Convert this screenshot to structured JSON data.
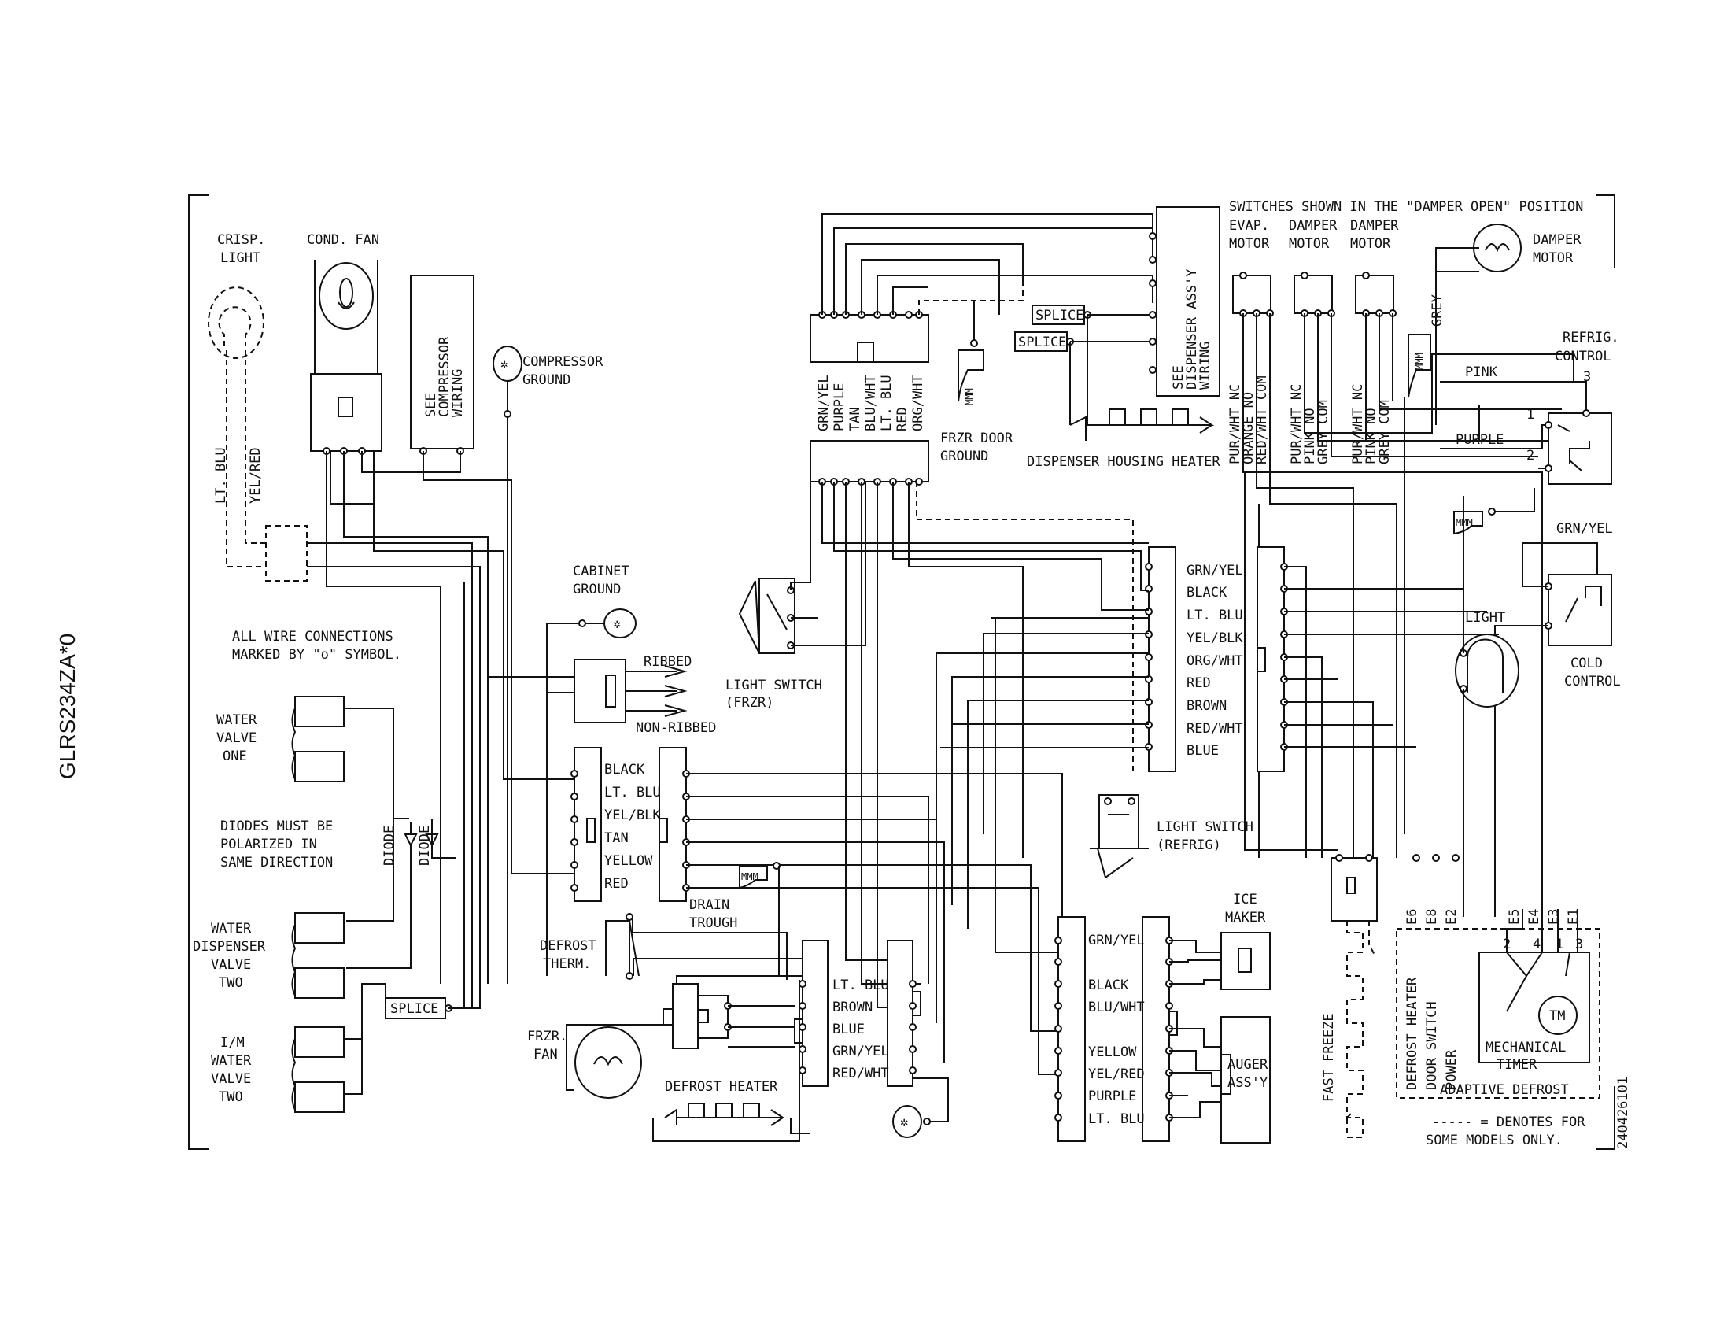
{
  "model_number": "GLRS234ZA*0",
  "drawing_number": "240426101",
  "notes": {
    "switches": "SWITCHES SHOWN IN THE \"DAMPER OPEN\" POSITION",
    "connections": [
      "ALL WIRE CONNECTIONS",
      "MARKED BY \"o\" SYMBOL."
    ],
    "diodes": [
      "DIODES MUST BE",
      "POLARIZED IN",
      "SAME DIRECTION"
    ],
    "legend": [
      "----- = DENOTES FOR",
      "SOME MODELS ONLY."
    ]
  },
  "components": {
    "crisp_light": [
      "CRISP.",
      "LIGHT"
    ],
    "cond_fan": "COND. FAN",
    "see_compressor": [
      "SEE",
      "COMPRESSOR",
      "WIRING"
    ],
    "compressor_ground": [
      "COMPRESSOR",
      "GROUND"
    ],
    "cabinet_ground": [
      "CABINET",
      "GROUND"
    ],
    "ribbed": "RIBBED",
    "non_ribbed": "NON-RIBBED",
    "water_valve_one": [
      "WATER",
      "VALVE",
      "ONE"
    ],
    "water_dispenser_valve_two": [
      "WATER",
      "DISPENSER",
      "VALVE",
      "TWO"
    ],
    "im_water_valve_two": [
      "I/M",
      "WATER",
      "VALVE",
      "TWO"
    ],
    "diode": "DIODE",
    "splice": "SPLICE",
    "light_switch_frzr": [
      "LIGHT SWITCH",
      "(FRZR)"
    ],
    "frzr_door_ground": [
      "FRZR DOOR",
      "GROUND"
    ],
    "dispenser_housing_heater": "DISPENSER HOUSING HEATER",
    "see_dispenser": [
      "SEE",
      "DISPENSER ASS'Y",
      "WIRING"
    ],
    "evap_motor": [
      "EVAP.",
      "MOTOR"
    ],
    "damper_motor": [
      "DAMPER",
      "MOTOR"
    ],
    "refrig_control": [
      "REFRIG.",
      "CONTROL"
    ],
    "cold_control": [
      "COLD",
      "CONTROL"
    ],
    "light": "LIGHT",
    "light_switch_refrig": [
      "LIGHT SWITCH",
      "(REFRIG)"
    ],
    "drain_trough": [
      "DRAIN",
      "TROUGH"
    ],
    "defrost_therm": [
      "DEFROST",
      "THERM."
    ],
    "frzr_fan": [
      "FRZR.",
      "FAN"
    ],
    "defrost_heater": "DEFROST HEATER",
    "ice_maker": [
      "ICE",
      "MAKER"
    ],
    "auger": [
      "AUGER",
      "ASS'Y"
    ],
    "fast_freeze": "FAST FREEZE",
    "adaptive_defrost": "ADAPTIVE DEFROST",
    "mechanical_timer": [
      "MECHANICAL",
      "TIMER"
    ],
    "tm": "TM",
    "timer_functions": [
      "DEFROST HEATER",
      "DOOR SWITCH",
      "POWER"
    ],
    "mmm": "MMM"
  },
  "wire_labels": {
    "lt_blu": "LT. BLU",
    "yel_red": "YEL/RED",
    "grey": "GREY",
    "pink": "PINK",
    "purple": "PURPLE",
    "grn_yel": "GRN/YEL",
    "top_harness": [
      "GRN/YEL",
      "PURPLE",
      "TAN",
      "BLU/WHT",
      "LT. BLU",
      "RED",
      "ORG/WHT"
    ],
    "switch_contacts": [
      "PUR/WHT NC",
      "ORANGE NO",
      "RED/WHT COM",
      "PUR/WHT NC",
      "PINK NO",
      "GREY COM",
      "PUR/WHT NC",
      "PINK NO",
      "GREY COM"
    ],
    "left_connector": [
      "BLACK",
      "LT. BLU",
      "YEL/BLK",
      "TAN",
      "YELLOW",
      "RED"
    ],
    "center_connector": [
      "GRN/YEL",
      "BLACK",
      "LT. BLU",
      "YEL/BLK",
      "ORG/WHT",
      "RED",
      "BROWN",
      "RED/WHT",
      "BLUE"
    ],
    "frzr_fan_connector": [
      "LT. BLU",
      "BROWN",
      "BLUE",
      "GRN/YEL",
      "RED/WHT"
    ],
    "ice_maker_connector": [
      "GRN/YEL",
      "BLACK",
      "BLU/WHT",
      "YELLOW",
      "YEL/RED",
      "PURPLE",
      "LT. BLU"
    ],
    "timer_terminals": [
      "E6",
      "E8",
      "E2",
      "E5",
      "E4",
      "E3",
      "E1"
    ],
    "timer_pins": [
      "2",
      "4",
      "1",
      "3"
    ],
    "refrig_pins": [
      "3",
      "1",
      "2"
    ]
  }
}
